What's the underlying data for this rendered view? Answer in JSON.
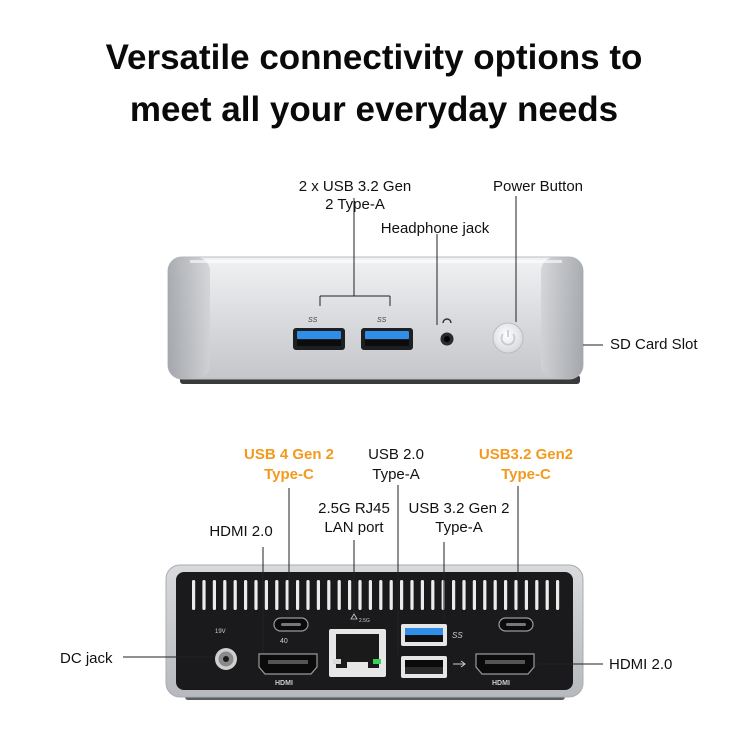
{
  "headline": {
    "line1": "Versatile connectivity options to",
    "line2": "meet all your everyday needs"
  },
  "front_labels": {
    "usb_a_line1": "2 x USB 3.2 Gen",
    "usb_a_line2": "2 Type-A",
    "headphone": "Headphone jack",
    "power": "Power Button",
    "sd": "SD Card Slot"
  },
  "rear_labels": {
    "usb4_line1": "USB 4 Gen 2",
    "usb4_line2": "Type-C",
    "usb20_line1": "USB 2.0",
    "usb20_line2": "Type-A",
    "usb32c_line1": "USB3.2 Gen2",
    "usb32c_line2": "Type-C",
    "lan_line1": "2.5G RJ45",
    "lan_line2": "LAN port",
    "usb32a_line1": "USB 3.2 Gen 2",
    "usb32a_line2": "Type-A",
    "hdmi_left": "HDMI 2.0",
    "dc": "DC jack",
    "hdmi_right": "HDMI 2.0"
  },
  "port_marks": {
    "ss_left": "SS",
    "ss_right": "SS",
    "ss_rear": "SS",
    "hdmi_mark": "HDMI",
    "lan_speed": "2.5G",
    "dc_volt": "19V",
    "tb40": "40"
  },
  "colors": {
    "accent_orange": "#f39a1e",
    "usb3_blue": "#2f8fe8",
    "case_silver": "#d6d8db",
    "rear_panel": "#1a1a1c"
  }
}
